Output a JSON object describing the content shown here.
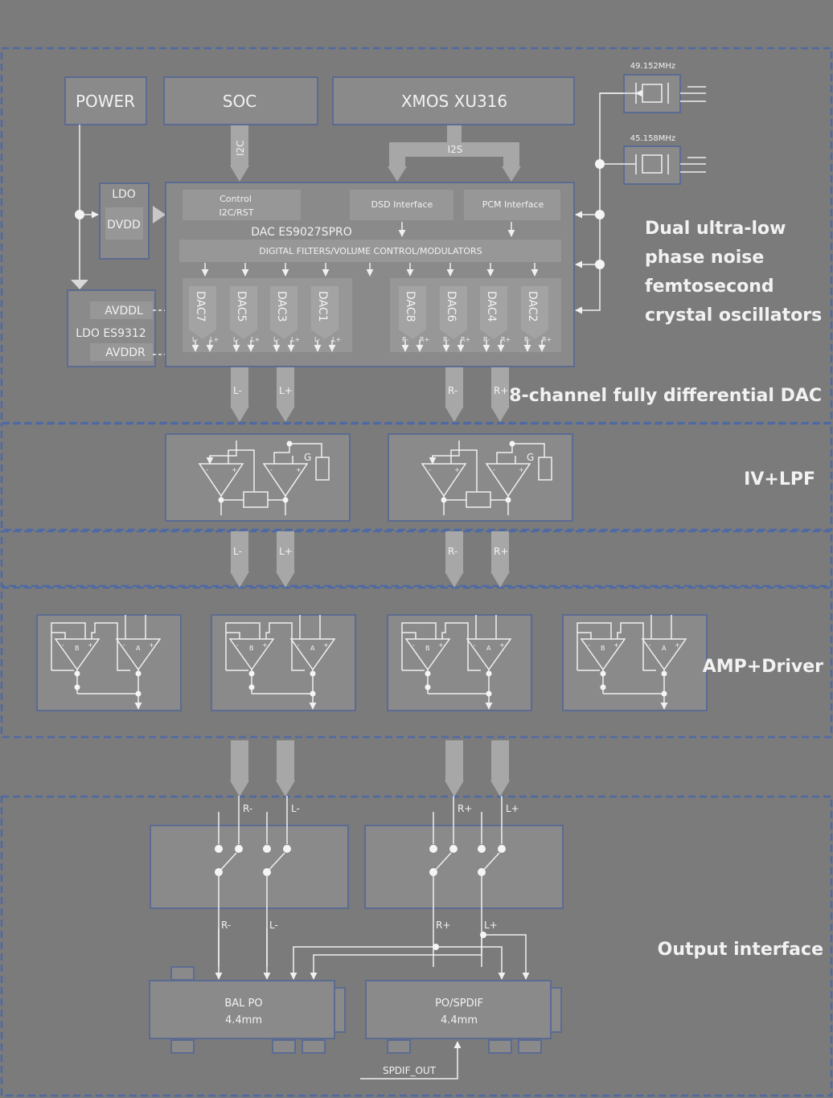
{
  "blocks": {
    "power": "POWER",
    "soc": "SOC",
    "xmos": "XMOS XU316",
    "ldo": "LDO",
    "dvdd": "DVDD",
    "ldo_es": "LDO ES9312",
    "avddl": "AVDDL",
    "avddr": "AVDDR",
    "dac_chip": "DAC ES9027SPRO",
    "control_1": "Control",
    "control_2": "I2C/RST",
    "dsd": "DSD Interface",
    "pcm": "PCM Interface",
    "filters": "DIGITAL FILTERS/VOLUME CONTROL/MODULATORS",
    "dac_left": [
      "DAC7",
      "DAC5",
      "DAC3",
      "DAC1"
    ],
    "dac_right": [
      "DAC8",
      "DAC6",
      "DAC4",
      "DAC2"
    ],
    "pin_left_minus": "L-",
    "pin_left_plus": "L+",
    "pin_right_minus": "R-",
    "pin_right_plus": "R+",
    "bus_i2c": "I2C",
    "bus_i2s": "I2S",
    "osc1": "49.152MHz",
    "osc2": "45.158MHz",
    "opamp_g": "G",
    "opamp_b": "B",
    "opamp_a": "A",
    "bal_po_1": "BAL PO",
    "bal_po_2": "4.4mm",
    "po_spdif_1": "PO/SPDIF",
    "po_spdif_2": "4.4mm",
    "spdif_out": "SPDIF_OUT"
  },
  "sections": {
    "oscillators": [
      "Dual ultra-low",
      "phase noise",
      "femtosecond",
      "crystal oscillators"
    ],
    "dac": "8-channel fully differential DAC",
    "ivlpf": "IV+LPF",
    "amp": "AMP+Driver",
    "output": "Output interface"
  },
  "signals": {
    "lm": "L-",
    "lp": "L+",
    "rm": "R-",
    "rp": "R+"
  }
}
